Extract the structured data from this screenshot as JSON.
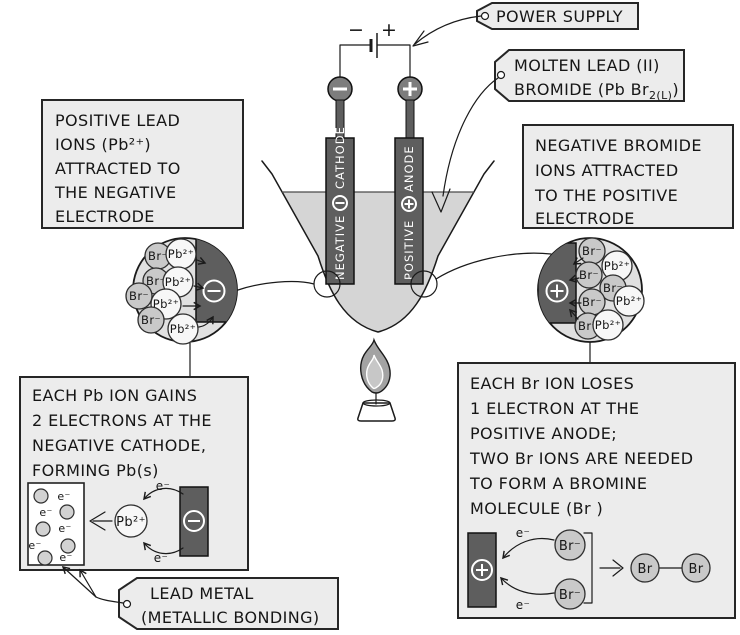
{
  "labels": {
    "power_supply": "POWER SUPPLY",
    "molten_lead": {
      "line1": "MOLTEN LEAD (II)",
      "line2_main": "BROMIDE (Pb Br",
      "line2_sub": "2(L)",
      "line2_close": ")"
    },
    "lead_metal": {
      "line1": "LEAD METAL",
      "line2": "(METALLIC BONDING)"
    }
  },
  "battery": {
    "negative_label": "−",
    "positive_label": "+"
  },
  "electrodes": {
    "cathode": {
      "name_word": "NEGATIVE",
      "type_word": "CATHODE",
      "terminal_sign": "−"
    },
    "anode": {
      "name_word": "POSITIVE",
      "type_word": "ANODE",
      "terminal_sign": "+"
    }
  },
  "boxes": {
    "lead_ions": {
      "lines": [
        "POSITIVE LEAD",
        "IONS (Pb²⁺)",
        "ATTRACTED TO",
        "THE NEGATIVE",
        "ELECTRODE"
      ]
    },
    "bromide_ions": {
      "lines": [
        "NEGATIVE BROMIDE",
        "IONS ATTRACTED",
        "TO THE POSITIVE",
        "ELECTRODE"
      ]
    },
    "cathode_reaction": {
      "lines": [
        "EACH Pb ION GAINS",
        "2 ELECTRONS AT THE",
        "NEGATIVE CATHODE,",
        "FORMING Pb(s)"
      ]
    },
    "anode_reaction": {
      "lines": [
        "EACH Br ION LOSES",
        "1 ELECTRON AT THE",
        "POSITIVE ANODE;",
        "TWO Br IONS ARE NEEDED",
        "TO FORM A BROMINE",
        "MOLECULE (Br )"
      ]
    }
  },
  "ions": {
    "lead": "Pb²⁺",
    "bromide": "Br⁻",
    "electron": "e⁻",
    "bromine_atom": "Br"
  },
  "colors": {
    "outline": "#1a1a1a",
    "box_fill": "#ececec",
    "liquid": "#d5d5d5",
    "electrode_dark": "#5e5e5e",
    "terminal_gray": "#7d7d7d",
    "magnifier_fill": "#e0e0e0",
    "bromide_ion_fill": "#c9c9c9",
    "lead_ion_fill": "#f7f7f7",
    "flame_outer": "#a3a3a3",
    "flame_inner": "#c7c7c7"
  }
}
